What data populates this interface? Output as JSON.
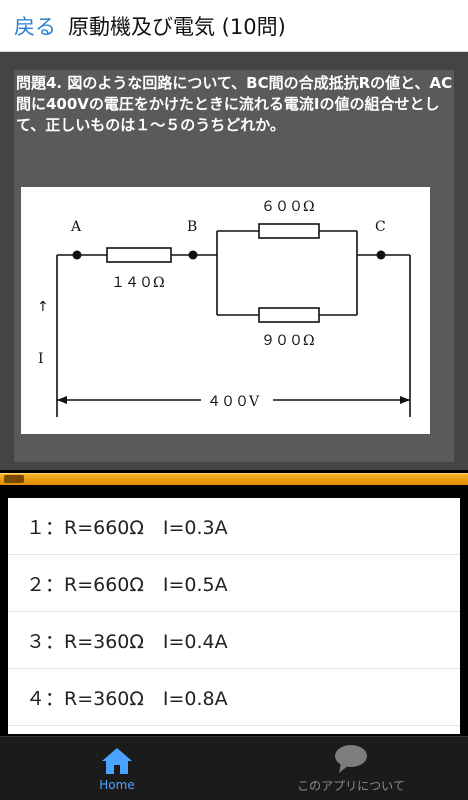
{
  "header": {
    "back_label": "戻る",
    "title": "原動機及び電気 (10問)"
  },
  "question": {
    "text": "問題4. 図のような回路について、BC間の合成抵抗Rの値と、AC間に400Vの電圧をかけたときに流れる電流Iの値の組合せとして、正しいものは１～５のうちどれか。"
  },
  "figure": {
    "node_a": "A",
    "node_b": "B",
    "node_c": "C",
    "r1": "１４０Ω",
    "r2": "６００Ω",
    "r3": "９００Ω",
    "voltage": "４００V",
    "current_label": "I",
    "current_arrow": "↑"
  },
  "progress": {
    "value": 0.04
  },
  "answers": [
    {
      "label": "１：R=660Ω　I=0.3A"
    },
    {
      "label": "２：R=660Ω　I=0.5A"
    },
    {
      "label": "３：R=360Ω　I=0.4A"
    },
    {
      "label": "４：R=360Ω　I=0.8A"
    }
  ],
  "nav": {
    "home_label": "Home",
    "about_label": "このアプリについて"
  },
  "colors": {
    "accent": "#2a7fd0",
    "progress": "#f2a11c",
    "nav_active": "#4aa3ff"
  }
}
